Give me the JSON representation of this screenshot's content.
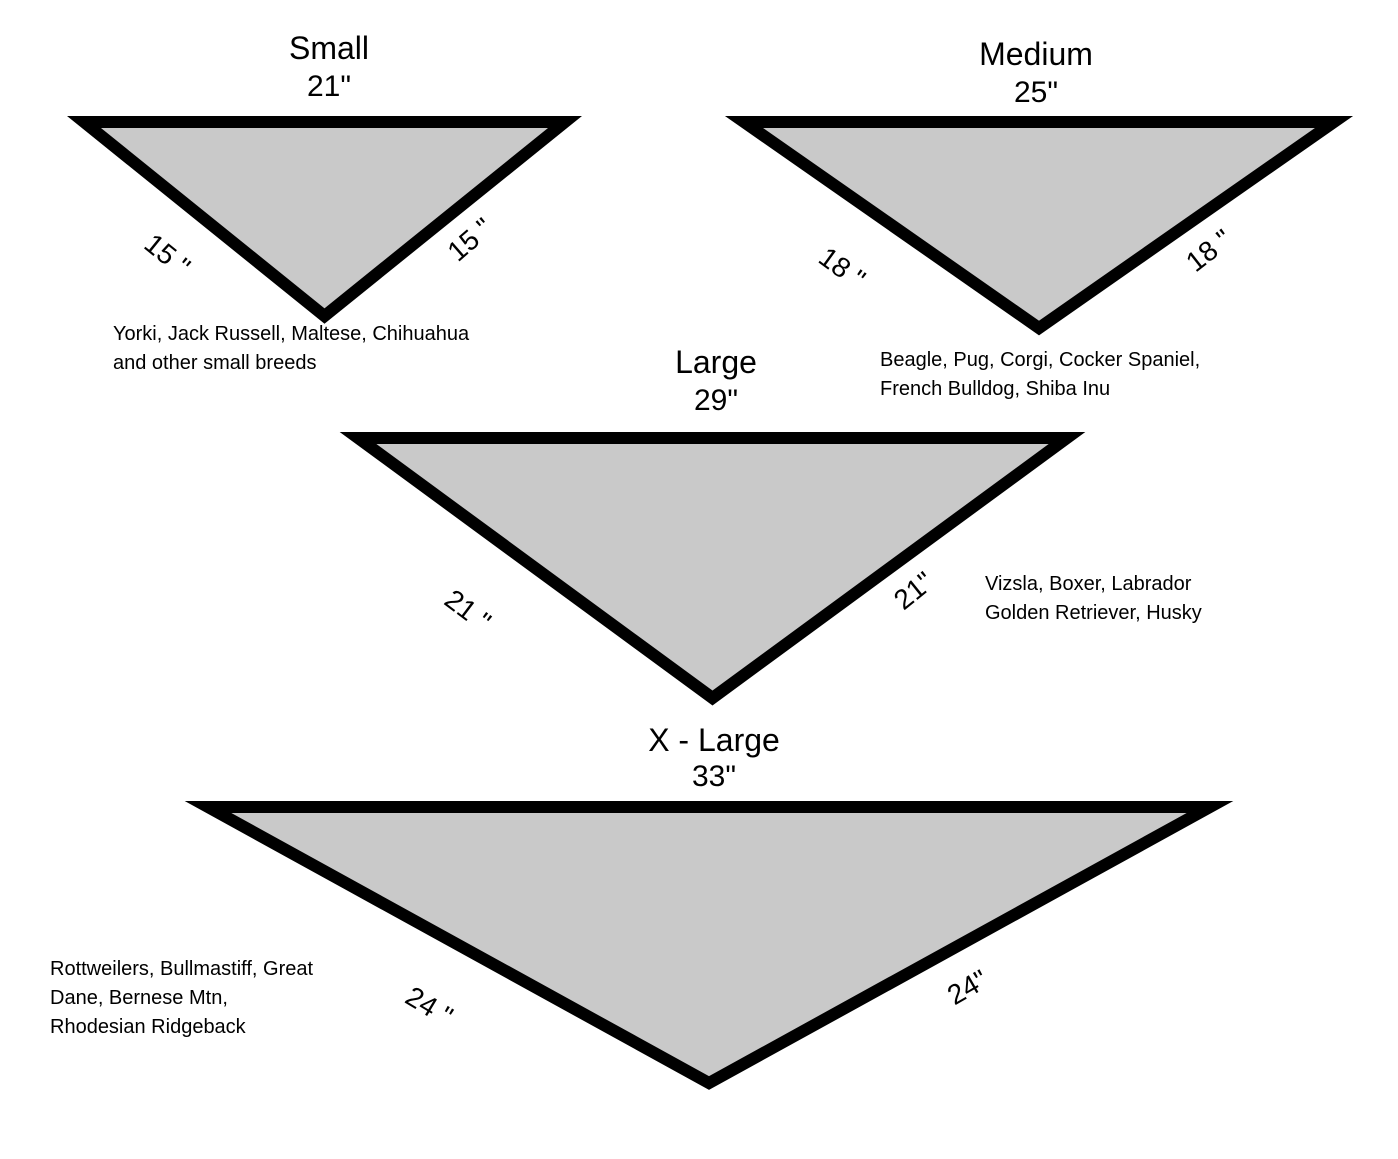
{
  "colors": {
    "triangle_fill": "#c9c9c9",
    "triangle_stroke": "#000000",
    "background": "#ffffff"
  },
  "sizes": {
    "small": {
      "title": "Small",
      "neck": "21\"",
      "left_side": "15 \"",
      "right_side": "15 \"",
      "breeds": "Yorki, Jack Russell, Maltese, Chihuahua\nand other small breeds"
    },
    "medium": {
      "title": "Medium",
      "neck": "25\"",
      "left_side": "18 \"",
      "right_side": "18 \"",
      "breeds": "Beagle, Pug, Corgi, Cocker Spaniel,\nFrench Bulldog, Shiba Inu"
    },
    "large": {
      "title": "Large",
      "neck": "29\"",
      "left_side": "21 \"",
      "right_side": "21\"",
      "breeds": "Vizsla, Boxer, Labrador\nGolden Retriever, Husky"
    },
    "xlarge": {
      "title": "X - Large",
      "neck": "33\"",
      "left_side": "24 \"",
      "right_side": "24\"",
      "breeds": "Rottweilers, Bullmastiff, Great\nDane, Bernese Mtn,\nRhodesian Ridgeback"
    }
  }
}
